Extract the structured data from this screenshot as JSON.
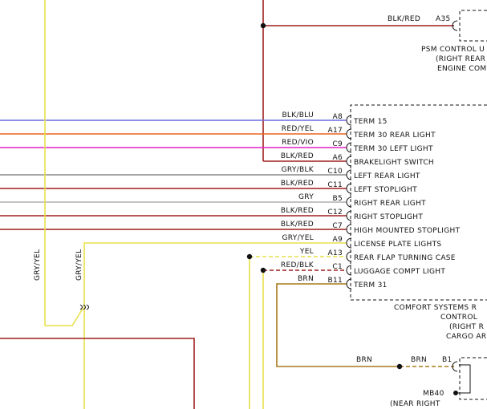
{
  "colors": {
    "red": "#a11f1f",
    "blue": "#6a6ae0",
    "orange": "#e8631f",
    "magenta": "#e020c8",
    "gray": "#8a8a8a",
    "yellow": "#e8e04a",
    "brown": "#a8781a",
    "black": "#111111"
  },
  "psm": {
    "pin": "A35",
    "wire": "BLK/RED",
    "label_lines": [
      "PSM CONTROL U",
      "(RIGHT REAR",
      "ENGINE COM"
    ]
  },
  "comfort": {
    "label_lines": [
      "COMFORT SYSTEMS R",
      "CONTROL",
      "(RIGHT R",
      "CARGO AR"
    ],
    "terminals": [
      {
        "wire": "BLK/BLU",
        "pin": "A8",
        "name": "TERM 15"
      },
      {
        "wire": "RED/YEL",
        "pin": "A17",
        "name": "TERM 30 REAR LIGHT"
      },
      {
        "wire": "RED/VIO",
        "pin": "C9",
        "name": "TERM 30 LEFT LIGHT"
      },
      {
        "wire": "BLK/RED",
        "pin": "A6",
        "name": "BRAKELIGHT SWITCH"
      },
      {
        "wire": "GRY/BLK",
        "pin": "C10",
        "name": "LEFT REAR LIGHT"
      },
      {
        "wire": "BLK/RED",
        "pin": "C11",
        "name": "LEFT STOPLIGHT"
      },
      {
        "wire": "GRY",
        "pin": "B5",
        "name": "RIGHT REAR LIGHT"
      },
      {
        "wire": "BLK/RED",
        "pin": "C12",
        "name": "RIGHT STOPLIGHT"
      },
      {
        "wire": "BLK/RED",
        "pin": "C7",
        "name": "HIGH MOUNTED STOPLIGHT"
      },
      {
        "wire": "GRY/YEL",
        "pin": "A9",
        "name": "LICENSE PLATE LIGHTS"
      },
      {
        "wire": "YEL",
        "pin": "A13",
        "name": "REAR FLAP TURNING CASE"
      },
      {
        "wire": "RED/BLK",
        "pin": "C1",
        "name": "LUGGAGE COMPT LIGHT"
      },
      {
        "wire": "BRN",
        "pin": "B11",
        "name": "TERM 31"
      }
    ]
  },
  "vertical_labels": [
    "GRY/YEL",
    "GRY/YEL"
  ],
  "ground": {
    "wire_left": "BRN",
    "wire_right": "BRN",
    "pin": "B1",
    "label_lines": [
      "MB40",
      "(NEAR RIGHT"
    ]
  }
}
